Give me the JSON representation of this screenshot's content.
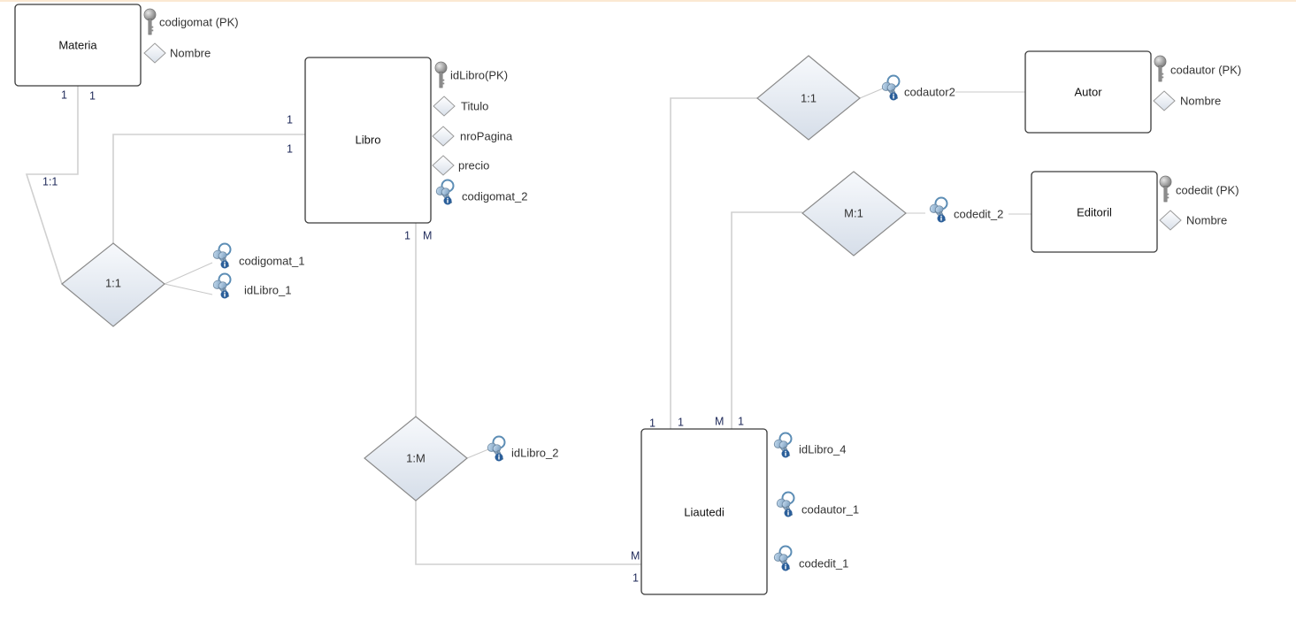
{
  "diagram": {
    "type": "Entity-Relationship",
    "entities": [
      {
        "id": "materia",
        "name": "Materia",
        "attributes": [
          {
            "label": "codigomat (PK)",
            "kind": "primary-key"
          },
          {
            "label": "Nombre",
            "kind": "attribute"
          }
        ]
      },
      {
        "id": "libro",
        "name": "Libro",
        "attributes": [
          {
            "label": "idLibro(PK)",
            "kind": "primary-key"
          },
          {
            "label": "Titulo",
            "kind": "attribute"
          },
          {
            "label": "nroPagina",
            "kind": "attribute"
          },
          {
            "label": "precio",
            "kind": "attribute"
          },
          {
            "label": "codigomat_2",
            "kind": "foreign-key"
          }
        ]
      },
      {
        "id": "autor",
        "name": "Autor",
        "attributes": [
          {
            "label": "codautor (PK)",
            "kind": "primary-key"
          },
          {
            "label": "Nombre",
            "kind": "attribute"
          }
        ]
      },
      {
        "id": "editoril",
        "name": "Editoril",
        "attributes": [
          {
            "label": "codedit (PK)",
            "kind": "primary-key"
          },
          {
            "label": "Nombre",
            "kind": "attribute"
          }
        ]
      },
      {
        "id": "liautedi",
        "name": "Liautedi",
        "attributes": [
          {
            "label": "idLibro_4",
            "kind": "foreign-key"
          },
          {
            "label": "codautor_1",
            "kind": "foreign-key"
          },
          {
            "label": "codedit_1",
            "kind": "foreign-key"
          }
        ]
      }
    ],
    "relationships": [
      {
        "id": "rel-materia-libro",
        "label": "1:1",
        "attributes": [
          {
            "label": "codigomat_1",
            "kind": "foreign-key"
          },
          {
            "label": "idLibro_1",
            "kind": "foreign-key"
          }
        ]
      },
      {
        "id": "rel-libro-liautedi",
        "label": "1:M",
        "attributes": [
          {
            "label": "idLibro_2",
            "kind": "foreign-key"
          }
        ]
      },
      {
        "id": "rel-autor-liautedi",
        "label": "1:1",
        "attributes": [
          {
            "label": "codautor2",
            "kind": "foreign-key"
          }
        ]
      },
      {
        "id": "rel-editoril-liautedi",
        "label": "M:1",
        "attributes": [
          {
            "label": "codedit_2",
            "kind": "foreign-key"
          }
        ]
      }
    ],
    "cardinalities": {
      "materia_left": "1",
      "materia_right": "1",
      "materia_line_label": "1:1",
      "libro_left_top": "1",
      "libro_left_bottom": "1",
      "libro_bottom_left": "1",
      "libro_bottom_right": "M",
      "liautedi_top_1": "1",
      "liautedi_top_2": "1",
      "liautedi_top_3": "M",
      "liautedi_top_4": "1",
      "liautedi_left_top": "M",
      "liautedi_left_bottom": "1"
    }
  }
}
